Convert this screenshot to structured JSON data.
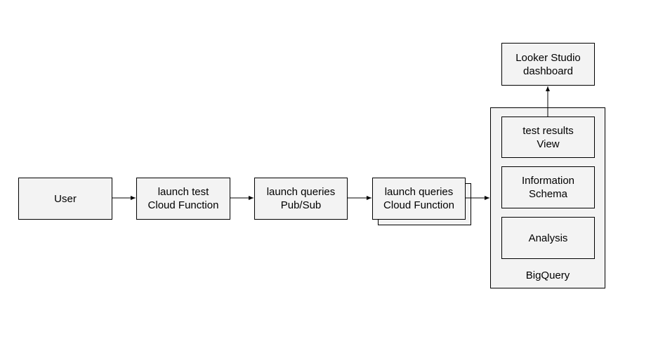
{
  "nodes": {
    "user": {
      "label": "User"
    },
    "launch_test": {
      "line1": "launch test",
      "line2": "Cloud Function"
    },
    "launch_queries_pubsub": {
      "line1": "launch queries",
      "line2": "Pub/Sub"
    },
    "launch_queries_function": {
      "line1": "launch queries",
      "line2": "Cloud Function"
    },
    "looker": {
      "line1": "Looker Studio",
      "line2": "dashboard"
    },
    "bigquery": {
      "label": "BigQuery",
      "test_results": {
        "line1": "test results",
        "line2": "View"
      },
      "information_schema": {
        "line1": "Information",
        "line2": "Schema"
      },
      "analysis": {
        "label": "Analysis"
      }
    }
  },
  "colors": {
    "box_fill": "#f3f3f3",
    "stroke": "#000000"
  }
}
